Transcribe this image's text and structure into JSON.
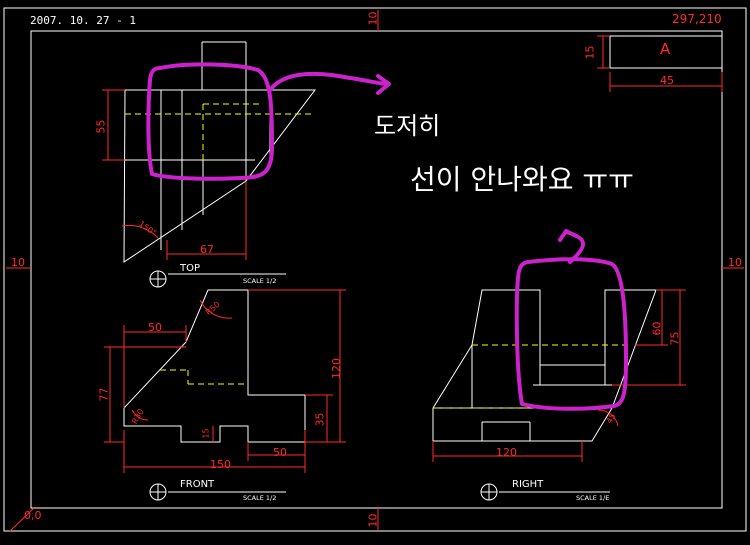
{
  "header": {
    "date": "2007. 10. 27 - 1",
    "paper_size": "297,210"
  },
  "title_block": {
    "label": "A",
    "height_dim": "15",
    "width_dim": "45"
  },
  "border_dims": {
    "top": "10",
    "bottom": "10",
    "left": "10",
    "right": "10"
  },
  "origin": "0,0",
  "views": {
    "top": {
      "title": "TOP",
      "scale": "SCALE 1/2",
      "dim_height": "55",
      "dim_width": "67",
      "dim_angle": "150°"
    },
    "front": {
      "title": "FRONT",
      "scale": "SCALE 1/2",
      "dim_50": "50",
      "dim_r50": "R50",
      "dim_77": "77",
      "dim_r30": "R30",
      "dim_120": "120",
      "dim_35": "35",
      "dim_15": "15",
      "dim_150": "150",
      "dim_50b": "50"
    },
    "right": {
      "title": "RIGHT",
      "scale": "SCALE 1/E",
      "dim_60": "60",
      "dim_75": "75",
      "dim_120": "120",
      "dim_angle": "45"
    }
  },
  "annotations": {
    "line1": "도저히",
    "line2": "선이 안나와요 ㅠㅠ"
  },
  "colors": {
    "background": "#000000",
    "lines": "#ffffff",
    "dimensions": "#ff2a2a",
    "hidden": "#ffff00",
    "highlight": "#cc22cc"
  }
}
